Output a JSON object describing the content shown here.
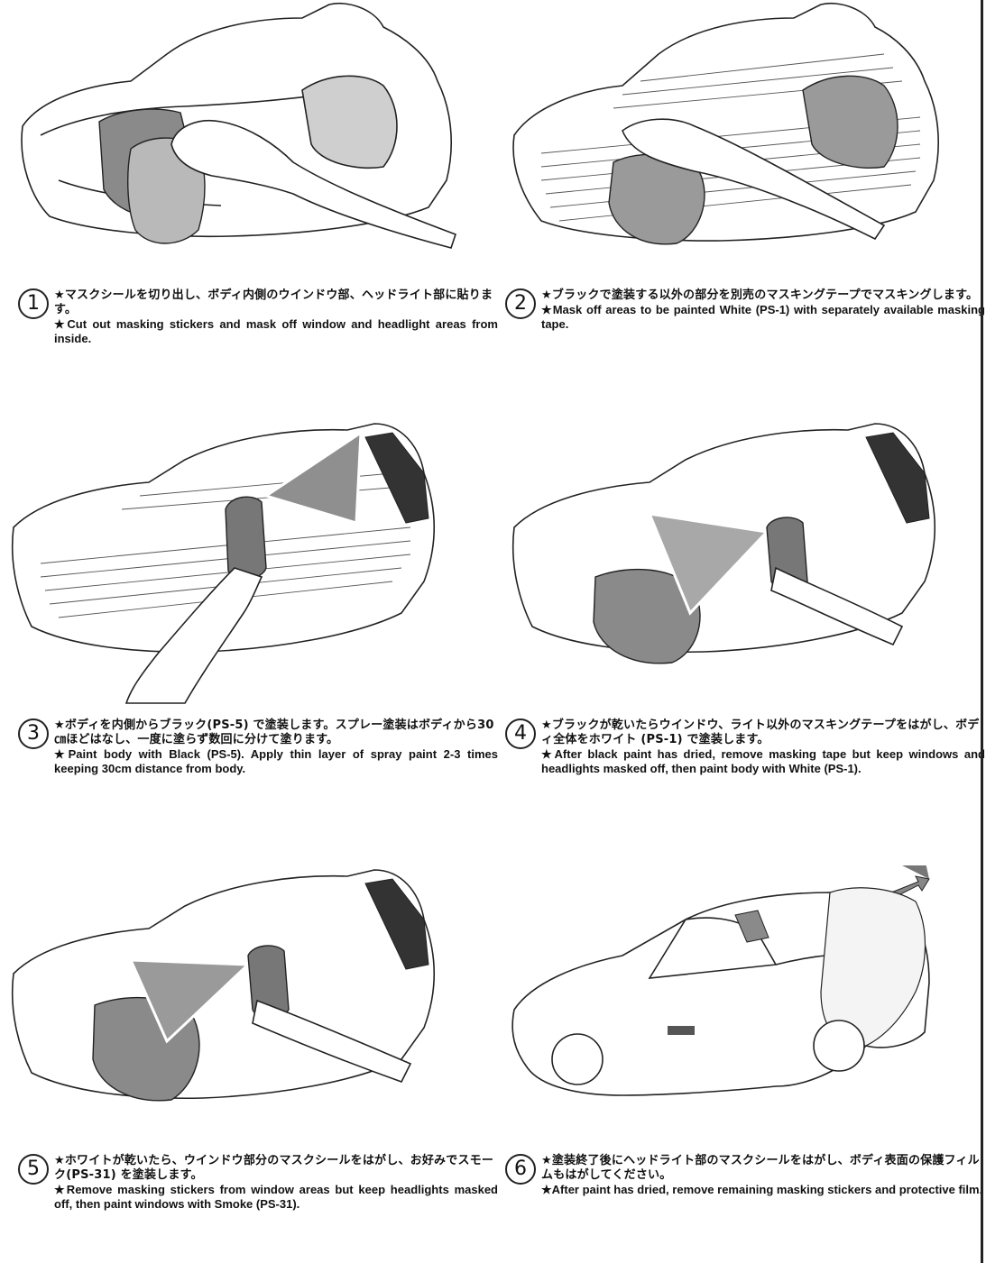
{
  "steps": [
    {
      "number": "1",
      "jp": "★マスクシールを切り出し、ボディ内側のウインドウ部、ヘッドライト部に貼ります。",
      "en": "★Cut out masking stickers and mask off window and headlight areas from inside."
    },
    {
      "number": "2",
      "jp": "★ブラックで塗装する以外の部分を別売のマスキングテープでマスキングします。",
      "en": "★Mask off areas to be painted White (PS-1) with separately available masking tape."
    },
    {
      "number": "3",
      "jp": "★ボディを内側からブラック(PS-5) で塗装します。スプレー塗装はボディから30㎝ほどはなし、一度に塗らず数回に分けて塗ります。",
      "en": "★Paint body with Black (PS-5). Apply thin layer of spray paint 2-3 times keeping 30cm distance from body."
    },
    {
      "number": "4",
      "jp": "★ブラックが乾いたらウインドウ、ライト以外のマスキングテープをはがし、ボディ全体をホワイト (PS-1) で塗装します。",
      "en": "★After black paint has dried, remove masking tape but keep windows and headlights masked off, then paint body with White (PS-1)."
    },
    {
      "number": "5",
      "jp": "★ホワイトが乾いたら、ウインドウ部分のマスクシールをはがし、お好みでスモーク(PS-31) を塗装します。",
      "en": "★Remove masking stickers from window areas but keep headlights masked off, then paint windows with Smoke (PS-31)."
    },
    {
      "number": "6",
      "jp": "★塗装終了後にヘッドライト部のマスクシールをはがし、ボディ表面の保護フィルムもはがしてください。",
      "en": "★After paint has dried, remove remaining masking stickers and protective film."
    }
  ]
}
